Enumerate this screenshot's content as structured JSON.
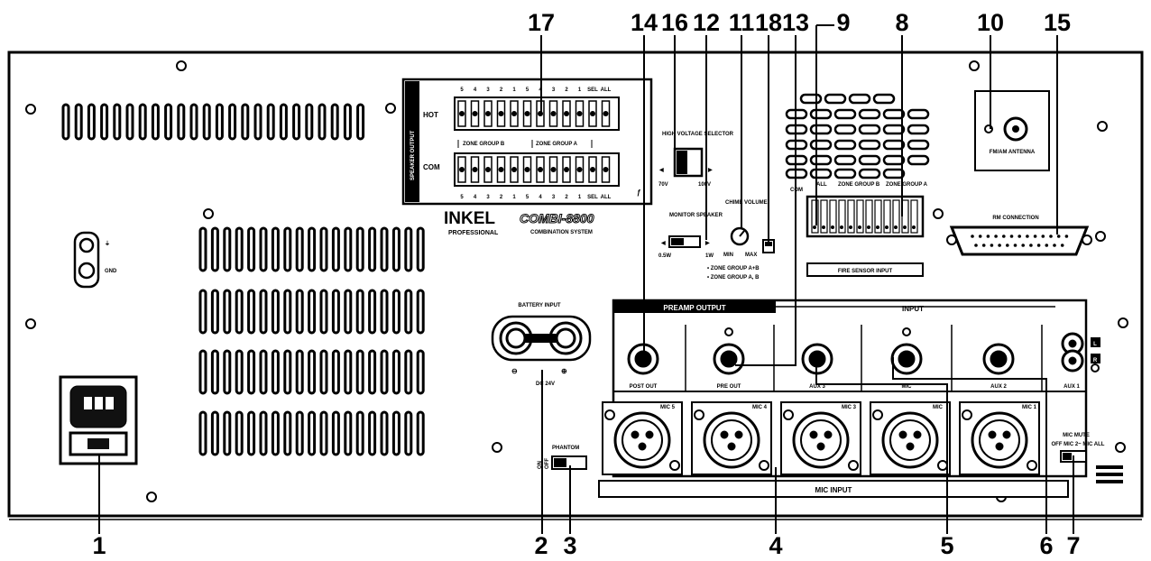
{
  "callouts": {
    "c1": "1",
    "c2": "2",
    "c3": "3",
    "c4": "4",
    "c5": "5",
    "c6": "6",
    "c7": "7",
    "c8": "8",
    "c9": "9",
    "c10": "10",
    "c11": "11",
    "c12": "12",
    "c13": "13",
    "c14": "14",
    "c15": "15",
    "c16": "16",
    "c17": "17",
    "c18": "18"
  },
  "brand": {
    "name": "INKEL",
    "sub": "PROFESSIONAL",
    "model": "COMBI-8800",
    "model_sub": "COMBINATION SYSTEM"
  },
  "speaker": {
    "title": "SPEAKER OUTPUT",
    "hot": "HOT",
    "com": "COM",
    "zone_b": "ZONE GROUP B",
    "zone_a": "ZONE GROUP A",
    "numbers": [
      "5",
      "4",
      "3",
      "2",
      "1",
      "5",
      "4",
      "3",
      "2",
      "1",
      "SEL",
      "ALL"
    ]
  },
  "hv": {
    "label": "HIGH VOLTAGE SELECTOR",
    "left": "70V",
    "right": "100V"
  },
  "monitor": {
    "label": "MONITOR SPEAKER",
    "low": "0.5W",
    "high": "1W"
  },
  "chime": {
    "label": "CHIME VOLUME",
    "min": "MIN",
    "max": "MAX"
  },
  "zone_notes": {
    "a": "• ZONE GROUP A+B",
    "b": "• ZONE GROUP A, B"
  },
  "fire": {
    "title": "FIRE SENSOR INPUT",
    "top_labels": [
      "COM",
      "ALL",
      "ZONE GROUP B",
      "ZONE GROUP A"
    ]
  },
  "antenna": {
    "label": "FM/AM ANTENNA"
  },
  "rm": {
    "label": "RM CONNECTION"
  },
  "gnd": {
    "label": "GND"
  },
  "battery": {
    "label": "BATTERY INPUT",
    "spec": "DC 24V"
  },
  "phantom": {
    "label": "PHANTOM",
    "on": "ON",
    "off": "OFF"
  },
  "preamp": {
    "label": "PREAMP OUTPUT"
  },
  "input": {
    "label": "INPUT"
  },
  "jacks": {
    "post_out": "POST OUT",
    "pre_out": "PRE OUT",
    "aux3": "AUX 3",
    "aux2": "AUX 2",
    "aux1": "AUX 1",
    "r": "R",
    "l": "L",
    "mic_in": "MIC"
  },
  "mic": {
    "label": "MIC INPUT",
    "m5": "MIC 5",
    "m4": "MIC 4",
    "m3": "MIC 3",
    "m2": "MIC",
    "m1": "MIC 1"
  },
  "mic_mute": {
    "label": "MIC MUTE",
    "opts": "OFF MIC 2~ MIC ALL"
  }
}
